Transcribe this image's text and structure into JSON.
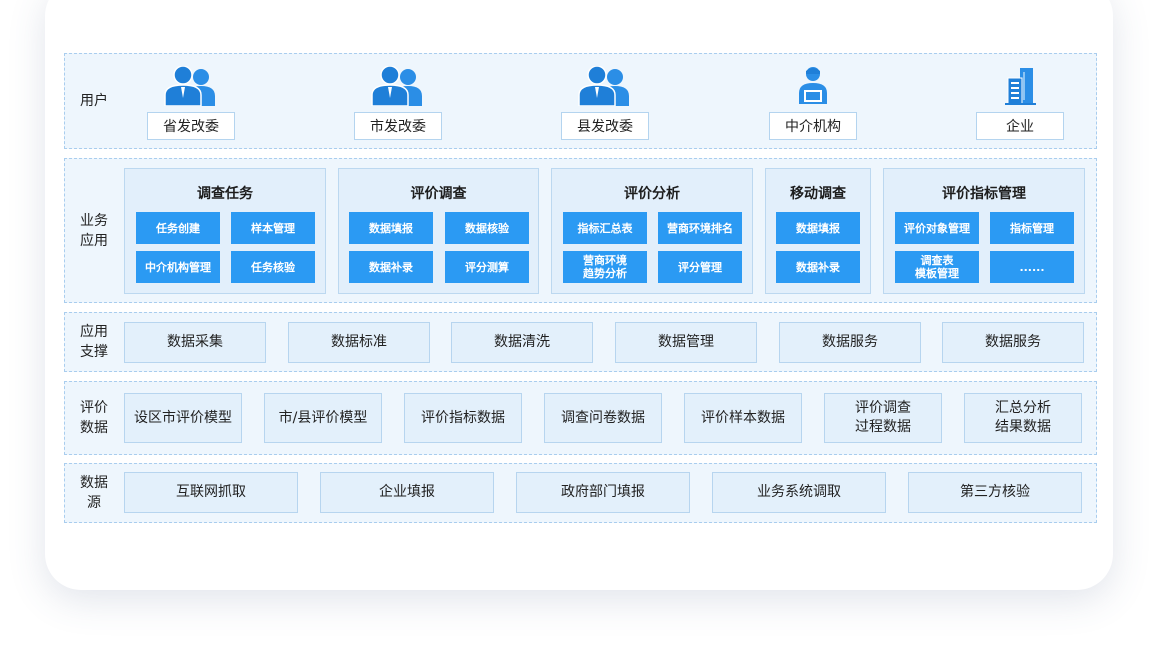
{
  "users": {
    "label": "用户",
    "items": [
      {
        "name": "省发改委",
        "icon": "users-group-icon"
      },
      {
        "name": "市发改委",
        "icon": "users-group-icon"
      },
      {
        "name": "县发改委",
        "icon": "users-group-icon"
      },
      {
        "name": "中介机构",
        "icon": "person-laptop-icon"
      },
      {
        "name": "企业",
        "icon": "building-icon"
      }
    ]
  },
  "business": {
    "label": "业务\n应用",
    "modules": [
      {
        "title": "调查任务",
        "items": [
          "任务创建",
          "样本管理",
          "中介机构管理",
          "任务核验"
        ]
      },
      {
        "title": "评价调查",
        "items": [
          "数据填报",
          "数据核验",
          "数据补录",
          "评分测算"
        ]
      },
      {
        "title": "评价分析",
        "items": [
          "指标汇总表",
          "营商环境排名",
          "营商环境\n趋势分析",
          "评分管理"
        ]
      },
      {
        "title": "移动调查",
        "items": [
          "数据填报",
          "数据补录"
        ]
      },
      {
        "title": "评价指标管理",
        "items": [
          "评价对象管理",
          "指标管理",
          "调查表\n模板管理",
          "......"
        ]
      }
    ]
  },
  "support": {
    "label": "应用\n支撑",
    "items": [
      "数据采集",
      "数据标准",
      "数据清洗",
      "数据管理",
      "数据服务",
      "数据服务"
    ]
  },
  "evaluation": {
    "label": "评价\n数据",
    "items": [
      "设区市评价模型",
      "市/县评价模型",
      "评价指标数据",
      "调查问卷数据",
      "评价样本数据",
      "评价调查\n过程数据",
      "汇总分析\n结果数据"
    ]
  },
  "sources": {
    "label": "数据\n源",
    "items": [
      "互联网抓取",
      "企业填报",
      "政府部门填报",
      "业务系统调取",
      "第三方核验"
    ]
  },
  "colors": {
    "accent": "#2b9af3",
    "icon": "#2b8ee6",
    "layer_bg": "#eef6fd",
    "border": "#a9cdee"
  }
}
